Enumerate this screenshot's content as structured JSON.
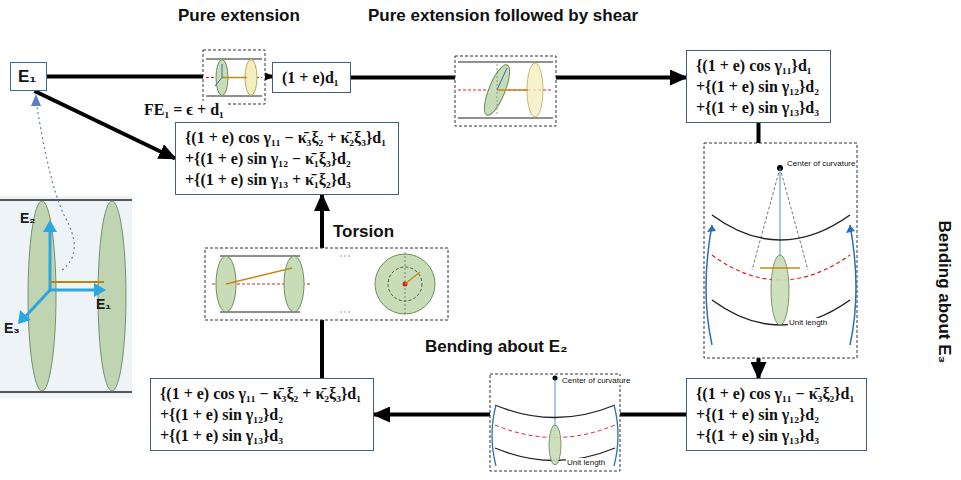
{
  "diagram": {
    "nodes": [
      {
        "text": [
          "E₁"
        ]
      },
      {
        "text": [
          "(1 + e)d₁"
        ]
      },
      {
        "text": [
          "{(1 + e) cos γ₁₁}d₁",
          "+{(1 + e) sin γ₁₂}d₂",
          "+{(1 + e) sin γ₁₃}d₃"
        ]
      },
      {
        "text": [
          "{(1 + e) cos γ₁₁ − κ̄₃ξ₂}d₁",
          "+{(1 + e) sin γ₁₂}d₂",
          "+{(1 + e) sin γ₁₃}d₃"
        ]
      },
      {
        "text": [
          "{(1 + e) cos γ₁₁ − κ̄₃ξ₂ + κ̄₂ξ₃}d₁",
          "+{(1 + e) sin γ₁₂}d₂",
          "+{(1 + e) sin γ₁₃}d₃"
        ]
      },
      {
        "text": [
          "{(1 + e) cos γ₁₁ − κ̄₃ξ₂ + κ̄₂ξ₃}d₁",
          "+{(1 + e) sin γ₁₂ − κ̄₁ξ₃}d₂",
          "+{(1 + e) sin γ₁₃ + κ̄₁ξ₂}d₃"
        ]
      }
    ],
    "edges": [
      {
        "from": 0,
        "to": 1,
        "arrow": "to"
      },
      {
        "from": 1,
        "to": 2,
        "arrow": "to"
      },
      {
        "from": 2,
        "to": 3,
        "arrow": "to"
      },
      {
        "from": 3,
        "to": 4,
        "arrow": "to"
      },
      {
        "from": 4,
        "to": 5,
        "arrow": "to"
      },
      {
        "from": 0,
        "to": 5,
        "label": "FE₁ = ϵ + d₁",
        "arrow": "to"
      }
    ],
    "labels": [
      "Pure extension",
      "Pure extension followed by shear",
      "Bending about E₃",
      "Bending about E₂",
      "Torsion",
      "E₂",
      "E₃",
      "E₁",
      "Center of curvature",
      "Unit length",
      "Center of curvature",
      "Unit length"
    ]
  }
}
